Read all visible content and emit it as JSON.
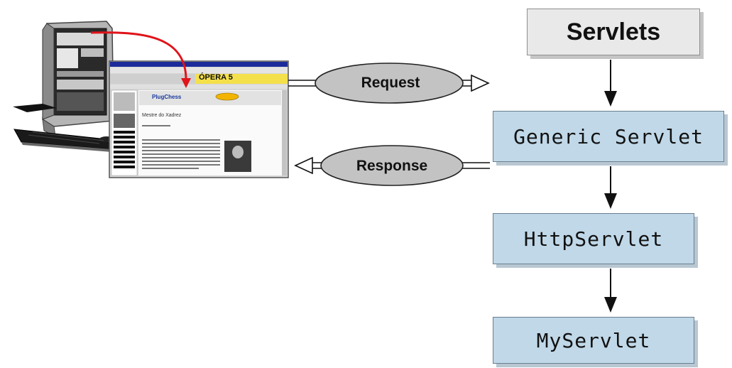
{
  "diagram": {
    "hierarchy": [
      "Servlets",
      "Generic Servlet",
      "HttpServlet",
      "MyServlet"
    ],
    "request_label": "Request",
    "response_label": "Response",
    "browser_title": "ÓPERA 5",
    "site_name": "PlugChess",
    "page_heading": "Mestre do Xadrez"
  }
}
